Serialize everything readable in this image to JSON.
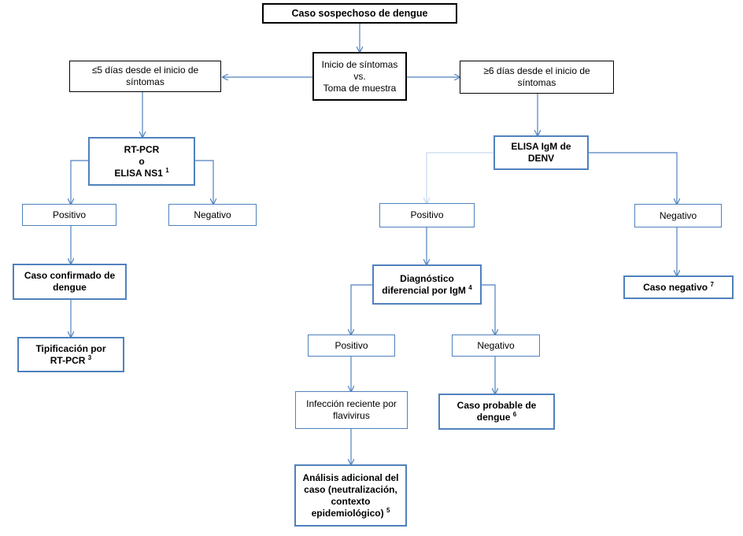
{
  "title": "Caso sospechoso de dengue",
  "compare": {
    "line1": "Inicio de síntomas",
    "line2": "vs.",
    "line3": "Toma de muestra"
  },
  "left": {
    "branch_line1": "≤5 días desde el inicio de",
    "branch_line2": "síntomas",
    "test_line1": "RT-PCR",
    "test_line2": "o",
    "test_line3": "ELISA NS1",
    "test_note": "1",
    "positive": "Positivo",
    "negative": "Negativo",
    "confirmed_line1": "Caso confirmado de",
    "confirmed_line2": "dengue",
    "typing_line1": "Tipificación por",
    "typing_line2": "RT-PCR",
    "typing_note": "3"
  },
  "right": {
    "branch_line1": "≥6  días desde el inicio de",
    "branch_line2": "síntomas",
    "test_line1": "ELISA IgM de",
    "test_line2": "DENV",
    "positive": "Positivo",
    "negative": "Negativo",
    "diff_line1": "Diagnóstico",
    "diff_line2": "diferencial por IgM",
    "diff_note": "4",
    "diff_positive": "Positivo",
    "diff_negative": "Negativo",
    "recent_line1": "Infección reciente por",
    "recent_line2": "flavivirus",
    "probable_line1": "Caso probable de",
    "probable_line2": "dengue",
    "probable_note": "6",
    "analysis_line1": "Análisis adicional del",
    "analysis_line2": "caso (neutralización,",
    "analysis_line3": "contexto",
    "analysis_line4": "epidemiológico)",
    "analysis_note": "5",
    "neg_case": "Caso negativo",
    "neg_case_note": "7"
  }
}
